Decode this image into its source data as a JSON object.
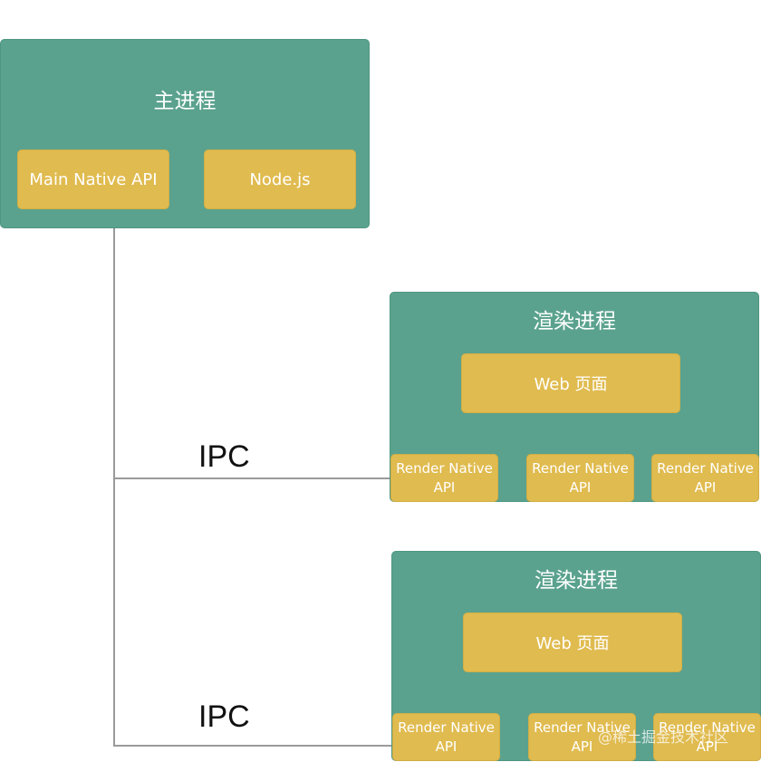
{
  "colors": {
    "process_bg": "#5aa28e",
    "module_bg": "#e0bb4f",
    "connector": "#9a9a9a",
    "label_text": "#ffffff"
  },
  "main_process": {
    "title": "主进程",
    "modules": [
      "Main Native API",
      "Node.js"
    ]
  },
  "renderer_processes": [
    {
      "title": "渲染进程",
      "web_page": "Web 页面",
      "native_apis": [
        "Render Native API",
        "Render Native API",
        "Render Native API"
      ]
    },
    {
      "title": "渲染进程",
      "web_page": "Web 页面",
      "native_apis": [
        "Render Native API",
        "Render Native API",
        "Render Native API"
      ]
    }
  ],
  "links": [
    {
      "label": "IPC"
    },
    {
      "label": "IPC"
    }
  ],
  "watermark": "@稀土掘金技术社区"
}
